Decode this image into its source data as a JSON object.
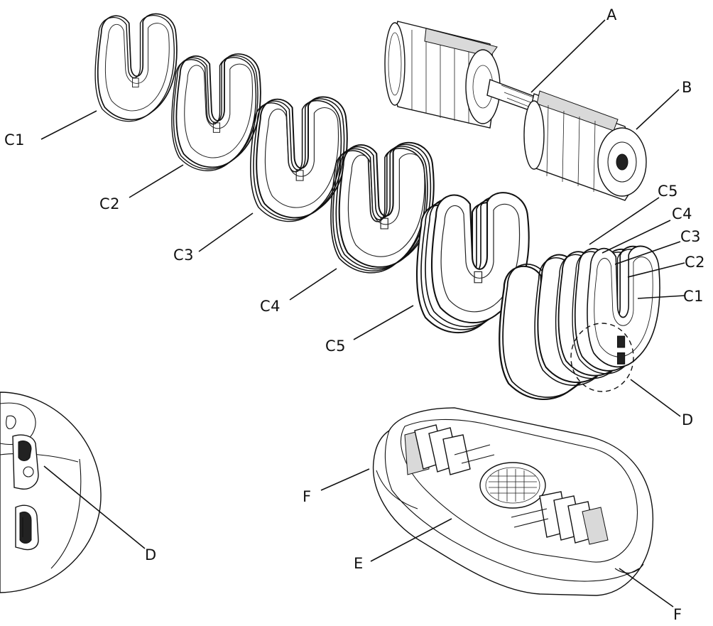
{
  "labels": {
    "a": "A",
    "b": "B",
    "c1": "C1",
    "c2": "C2",
    "c3": "C3",
    "c4": "C4",
    "c5": "C5",
    "d": "D",
    "e": "E",
    "f": "F"
  }
}
